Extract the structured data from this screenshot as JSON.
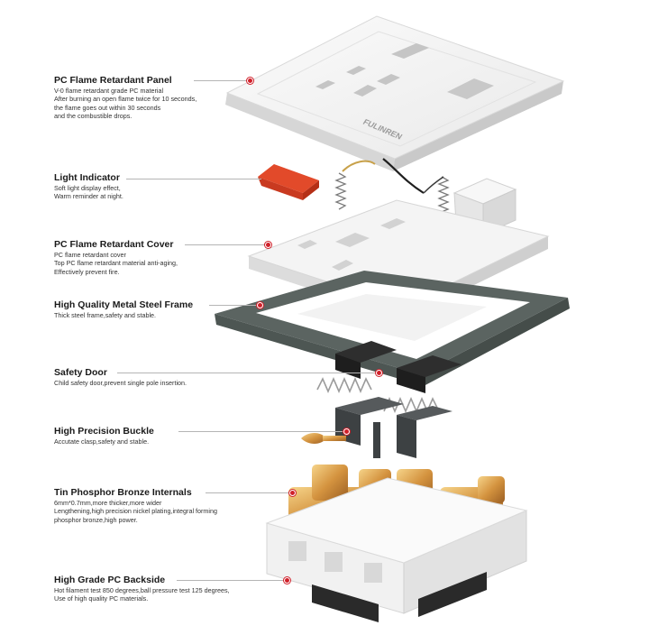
{
  "brand": "FULINREN",
  "colors": {
    "accent_dot": "#d0202a",
    "panel": "#f2f2f2",
    "frame": "#5b6461",
    "copper": "#d79a48",
    "indicator": "#e24a2a"
  },
  "components": [
    {
      "title": "PC Flame Retardant Panel",
      "lines": [
        "V-0 flame retardant grade PC material",
        "After burning an open flame twice for 10 seconds,",
        "the flame goes out within 30 seconds",
        "and the combustible drops."
      ]
    },
    {
      "title": "Light  Indicator",
      "lines": [
        "Soft light display effect,",
        "Warm reminder at night."
      ]
    },
    {
      "title": "PC Flame Retardant Cover",
      "lines": [
        "PC flame retardant cover",
        "Top PC flame retardant material anti-aging,",
        "Effectively prevent fire."
      ]
    },
    {
      "title": "High Quality Metal Steel Frame",
      "lines": [
        "Thick steel frame,safety and stable."
      ]
    },
    {
      "title": "Safety Door",
      "lines": [
        "Child safety door,prevent single pole insertion."
      ]
    },
    {
      "title": "High Precision Buckle",
      "lines": [
        "Accutate clasp,safety and stable."
      ]
    },
    {
      "title": "Tin Phosphor Bronze Internals",
      "lines": [
        "6mm*0.7mm,more thicker,more wider",
        "Lengthening,high precision nickel plating,integral forming",
        "phosphor bronze,high power."
      ]
    },
    {
      "title": "High Grade PC Backside",
      "lines": [
        "Hot filament test 850 degrees,ball pressure test 125 degrees,",
        "Use of high quality PC materials."
      ]
    }
  ]
}
